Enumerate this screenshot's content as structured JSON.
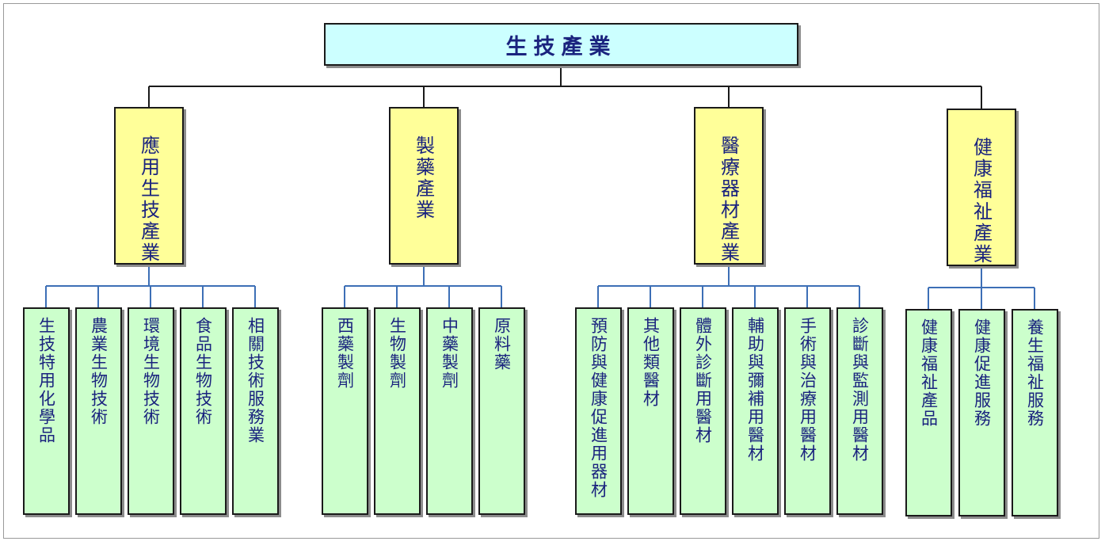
{
  "root": {
    "label": "生技產業"
  },
  "categories": [
    {
      "label": "應用生技產業",
      "items": [
        "生技特用化學品",
        "農業生物技術",
        "環境生物技術",
        "食品生物技術",
        "相關技術服務業"
      ]
    },
    {
      "label": "製藥產業",
      "items": [
        "西藥製劑",
        "生物製劑",
        "中藥製劑",
        "原料藥"
      ]
    },
    {
      "label": "醫療器材產業",
      "items": [
        "預防與健康促進用器材",
        "其他類醫材",
        "體外診斷用醫材",
        "輔助與彌補用醫材",
        "手術與治療用醫材",
        "診斷與監測用醫材"
      ]
    },
    {
      "label": "健康福祉產業",
      "items": [
        "健康福祉產品",
        "健康促進服務",
        "養生福祉服務"
      ]
    }
  ],
  "colors": {
    "root_fill": "#ccffff",
    "category_fill": "#ffff99",
    "leaf_fill": "#ccffcc",
    "text": "#1a237e",
    "root_connector": "#1a1a1a",
    "leaf_connector": "#3d6fb6"
  }
}
